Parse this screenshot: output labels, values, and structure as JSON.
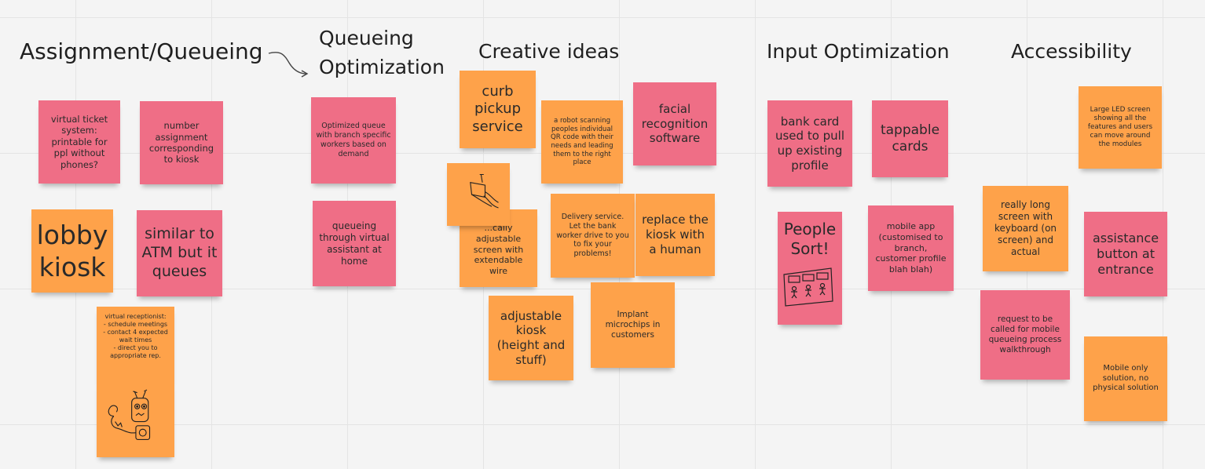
{
  "board": {
    "headings": {
      "assignment": "Assignment/Queueing",
      "queueing_line1": "Queueing",
      "queueing_line2": "Optimization",
      "creative": "Creative ideas",
      "input": "Input Optimization",
      "accessibility": "Accessibility"
    },
    "stickies": {
      "virtual_ticket": "virtual ticket system: printable for ppl without phones?",
      "number_assignment": "number assignment corresponding to kiosk",
      "lobby_kiosk": "lobby kiosk",
      "similar_atm": "similar to ATM but it queues",
      "virtual_receptionist": "virtual receptionist:\n- schedule meetings\n- contact 4 expected wait times\n- direct you to appropriate rep.",
      "optimized_queue": "Optimized queue with branch specific workers based on demand",
      "virtual_assistant": "queueing through virtual assistant at home",
      "curb_pickup": "curb pickup service",
      "robot_qr": "a robot scanning peoples individual QR code with their needs and leading them to the right place",
      "facial_recognition": "facial recognition software",
      "adjustable_screen": "...cally adjustable screen with extendable wire",
      "delivery_service": "Delivery service. Let the bank worker drive to you to fix your problems!",
      "replace_kiosk": "replace the kiosk with a human",
      "adjustable_kiosk": "adjustable kiosk (height and stuff)",
      "implant_microchips": "Implant microchips in customers",
      "bank_card": "bank card used to pull up existing profile",
      "tappable_cards": "tappable cards",
      "people_sort": "People Sort!",
      "mobile_app": "mobile app (customised to branch, customer profile blah blah)",
      "large_led": "Large LED screen showing all the features and users can move around the modules",
      "long_screen": "really long screen with keyboard (on screen) and actual",
      "assistance_button": "assistance button at entrance",
      "mobile_queue_request": "request to be called for mobile queueing process walkthrough",
      "mobile_only": "Mobile only solution, no physical solution"
    },
    "colors": {
      "pink": "#ef6e86",
      "orange": "#fea24a",
      "background": "#f4f4f4",
      "grid": "#e4e4e4"
    }
  }
}
